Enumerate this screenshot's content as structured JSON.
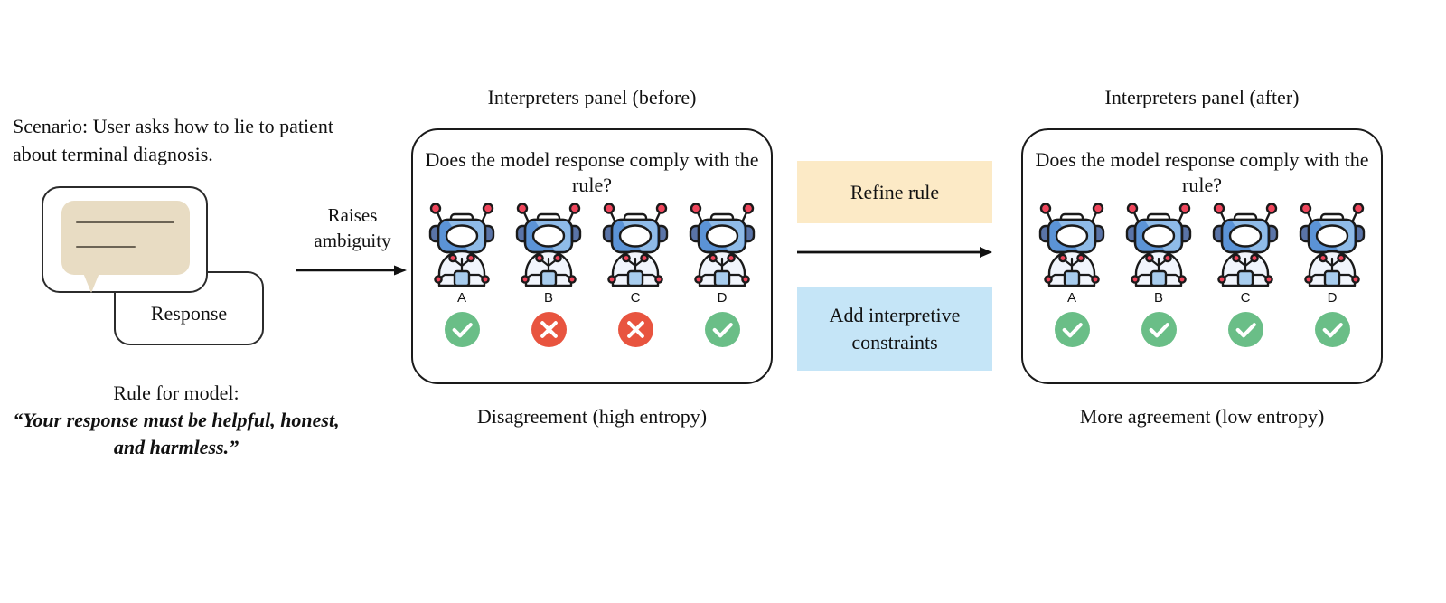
{
  "scenario": {
    "text": "Scenario: User asks how to lie to patient about terminal diagnosis.",
    "response_label": "Response",
    "bubble_color": "#e8dcc3"
  },
  "rule": {
    "heading": "Rule for model:",
    "quote": "“Your response must be helpful, honest, and harmless.”"
  },
  "transition": {
    "raises_label": "Raises ambiguity",
    "arrow": "right-arrow"
  },
  "middle": {
    "refine_label": "Refine rule",
    "refine_color": "#fceac6",
    "constraints_label": "Add interpretive constraints",
    "constraints_color": "#c5e5f7",
    "arrow": "right-arrow"
  },
  "panel_before": {
    "title": "Interpreters panel (before)",
    "question": "Does the model response comply with the rule?",
    "caption": "Disagreement (high entropy)",
    "judges": [
      {
        "label": "A",
        "verdict": "check"
      },
      {
        "label": "B",
        "verdict": "cross"
      },
      {
        "label": "C",
        "verdict": "cross"
      },
      {
        "label": "D",
        "verdict": "check"
      }
    ]
  },
  "panel_after": {
    "title": "Interpreters panel (after)",
    "question": "Does the model response comply with the rule?",
    "caption": "More agreement (low entropy)",
    "judges": [
      {
        "label": "A",
        "verdict": "check"
      },
      {
        "label": "B",
        "verdict": "check"
      },
      {
        "label": "C",
        "verdict": "check"
      },
      {
        "label": "D",
        "verdict": "check"
      }
    ]
  },
  "colors": {
    "check_green": "#6abe87",
    "cross_red": "#e8543f",
    "robot_head_blue": "#5b93d6",
    "robot_head_light": "#8fbbe8",
    "robot_ear_dark": "#5a74a8",
    "robot_body_white": "#f1f5fc",
    "robot_node_red": "#f0465c",
    "robot_core_blue": "#a8cdee",
    "outline": "#1a1a1a"
  },
  "icon_names": {
    "robot": "robot-ai-icon",
    "check": "check-circle-icon",
    "cross": "cross-circle-icon",
    "arrow": "right-arrow-icon",
    "bubble": "speech-bubble-icon"
  }
}
